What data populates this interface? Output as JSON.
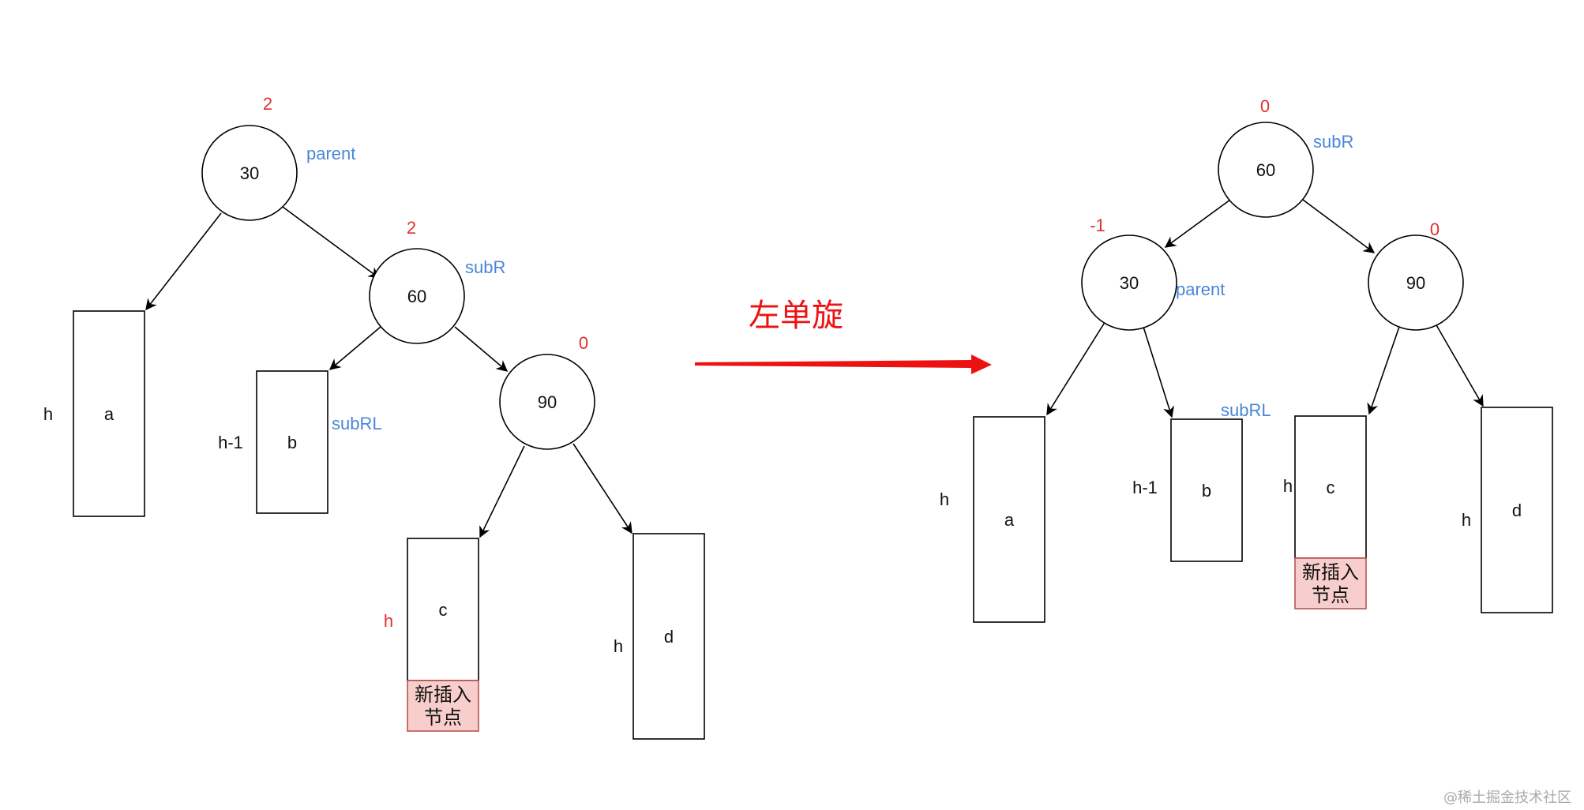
{
  "colors": {
    "red": "#e03030",
    "blue": "#4a86d8",
    "insert_fill": "#f8cecc",
    "insert_stroke": "#b85450",
    "stroke": "#000000",
    "arrow_red": "#ee1111"
  },
  "rotation_label": "左单旋",
  "watermark": "@稀土掘金技术社区",
  "before": {
    "nodes": {
      "n30": {
        "value": "30",
        "bf": "2",
        "role": "parent"
      },
      "n60": {
        "value": "60",
        "bf": "2",
        "role": "subR"
      },
      "n90": {
        "value": "90",
        "bf": "0"
      }
    },
    "boxes": {
      "a": {
        "label": "a",
        "height": "h"
      },
      "b": {
        "label": "b",
        "height": "h-1",
        "role": "subRL"
      },
      "c": {
        "label": "c",
        "height": "h",
        "insert": "新插入\n节点"
      },
      "d": {
        "label": "d",
        "height": "h"
      }
    }
  },
  "after": {
    "nodes": {
      "n60": {
        "value": "60",
        "bf": "0",
        "role": "subR"
      },
      "n30": {
        "value": "30",
        "bf": "-1",
        "role": "parent"
      },
      "n90": {
        "value": "90",
        "bf": "0"
      }
    },
    "boxes": {
      "a": {
        "label": "a",
        "height": "h"
      },
      "b": {
        "label": "b",
        "height": "h-1",
        "role": "subRL"
      },
      "c": {
        "label": "c",
        "height": "h",
        "insert": "新插入\n节点"
      },
      "d": {
        "label": "d",
        "height": "h"
      }
    }
  }
}
